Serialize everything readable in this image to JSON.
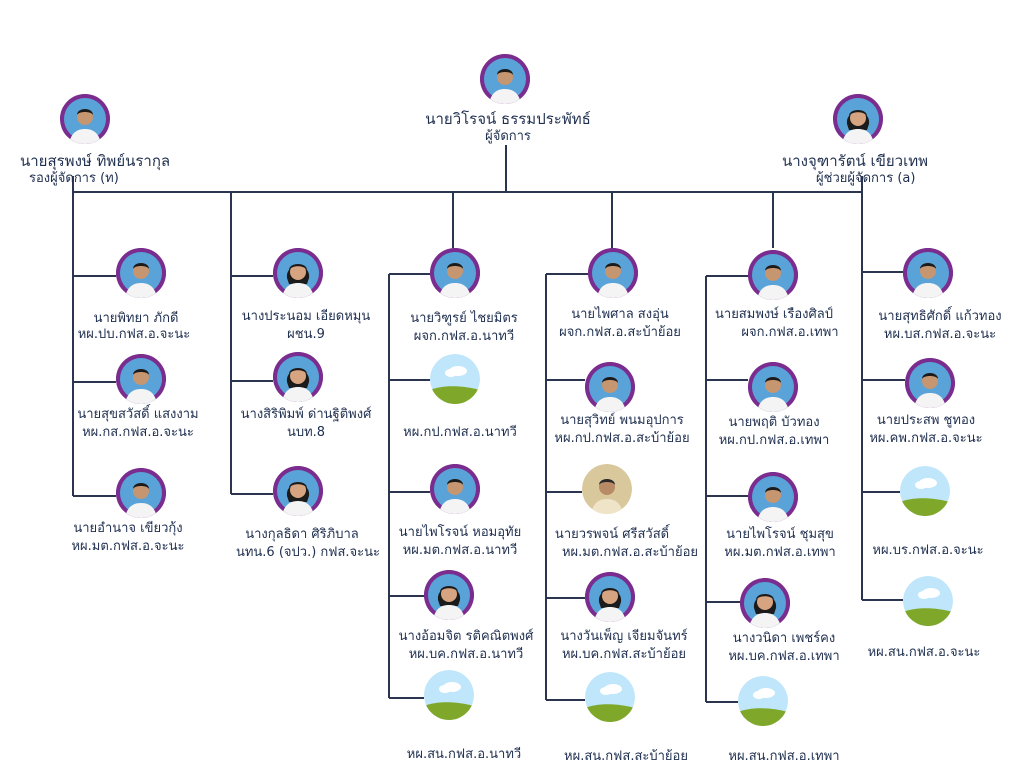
{
  "top": {
    "manager": {
      "name": "นายวิโรจน์ ธรรมประพัทธ์",
      "title": "ผู้จัดการ",
      "photo": "photo-male"
    },
    "deputy_left": {
      "name": "นายสุรพงษ์ ทิพย์นรากุล",
      "title": "รองผู้จัดการ (ท)",
      "photo": "photo-male"
    },
    "assistant_right": {
      "name": "นางจุฑารัตน์ เขียวเทพ",
      "title": "ผู้ช่วยผู้จัดการ (a)",
      "photo": "photo-female"
    }
  },
  "columns": {
    "c1": [
      {
        "name": "นายพิทยา ภักดี",
        "title": "หผ.ปบ.กฟส.อ.จะนะ",
        "photo": "photo-male"
      },
      {
        "name": "นายสุขสวัสดิ์ แสงงาม",
        "title": "หผ.กส.กฟส.อ.จะนะ",
        "photo": "photo-male"
      },
      {
        "name": "นายอำนาจ เขียวกุ้ง",
        "title": "หผ.มต.กฟส.อ.จะนะ",
        "photo": "photo-male"
      }
    ],
    "c2": [
      {
        "name": "นางประนอม เอียดหมุน",
        "title": "ผชน.9",
        "photo": "photo-female"
      },
      {
        "name": "นางสิริพิมพ์ ด่านฐิติพงศ์",
        "title": "นบท.8",
        "photo": "photo-female"
      },
      {
        "name": "นางกุลธิดา ศิริภิบาล",
        "title": "นทน.6 (จปว.) กฟส.จะนะ",
        "photo": "photo-female"
      }
    ],
    "c3": [
      {
        "name": "นายวิฑูรย์ ไชยมิตร",
        "title": "ผจก.กฟส.อ.นาทวี",
        "photo": "photo-male"
      },
      {
        "name": "",
        "title": "หผ.กป.กฟส.อ.นาทวี",
        "photo": "placeholder-landscape-icon"
      },
      {
        "name": "นายไพโรจน์ หอมอุทัย",
        "title": "หผ.มต.กฟส.อ.นาทวี",
        "photo": "photo-male"
      },
      {
        "name": "นางอ้อมจิต รติคณิตพงศ์",
        "title": "หผ.บค.กฟส.อ.นาทวี",
        "photo": "photo-female"
      },
      {
        "name": "",
        "title": "หผ.สน.กฟส.อ.นาทวี",
        "photo": "placeholder-landscape-icon"
      }
    ],
    "c4": [
      {
        "name": "นายไพศาล สงอุ่น",
        "title": "ผจก.กฟส.อ.สะบ้าย้อย",
        "photo": "photo-male"
      },
      {
        "name": "นายสุวิทย์ พนมอุปการ",
        "title": "หผ.กป.กฟส.อ.สะบ้าย้อย",
        "photo": "photo-male"
      },
      {
        "name": "นายวรพจน์ ศรีสวัสดิ์",
        "title": "หผ.มต.กฟส.อ.สะบ้าย้อย",
        "photo": "photo-male"
      },
      {
        "name": "นางวันเพ็ญ เจียมจันทร์",
        "title": "หผ.บค.กฟส.สะบ้าย้อย",
        "photo": "photo-female"
      },
      {
        "name": "",
        "title": "หผ.สน.กฟส.สะบ้าย้อย",
        "photo": "placeholder-landscape-icon"
      }
    ],
    "c5": [
      {
        "name": "นายสมพงษ์ เรืองศิลป์",
        "title": "ผจก.กฟส.อ.เทพา",
        "photo": "photo-male"
      },
      {
        "name": "นายพฤติ บัวทอง",
        "title": "หผ.กป.กฟส.อ.เทพา",
        "photo": "photo-male"
      },
      {
        "name": "นายไพโรจน์ ชุมสุข",
        "title": "หผ.มต.กฟส.อ.เทพา",
        "photo": "photo-male"
      },
      {
        "name": "นางวนิดา เพชร์คง",
        "title": "หผ.บค.กฟส.อ.เทพา",
        "photo": "photo-female"
      },
      {
        "name": "",
        "title": "หผ.สน.กฟส.อ.เทพา",
        "photo": "placeholder-landscape-icon"
      }
    ],
    "c6": [
      {
        "name": "นายสุทธิศักดิ์ แก้วทอง",
        "title": "หผ.บส.กฟส.อ.จะนะ",
        "photo": "photo-male"
      },
      {
        "name": "นายประสพ ชูทอง",
        "title": "หผ.คพ.กฟส.อ.จะนะ",
        "photo": "photo-male"
      },
      {
        "name": "",
        "title": "หผ.บร.กฟส.อ.จะนะ",
        "photo": "placeholder-landscape-icon"
      },
      {
        "name": "",
        "title": "หผ.สน.กฟส.อ.จะนะ",
        "photo": "placeholder-landscape-icon"
      }
    ]
  },
  "colors": {
    "line": "#2b3550",
    "text": "#1f2f4f",
    "avatar_ring": "#7b2d8f",
    "sky": "#bfe6fb",
    "grass": "#7fa82a"
  }
}
